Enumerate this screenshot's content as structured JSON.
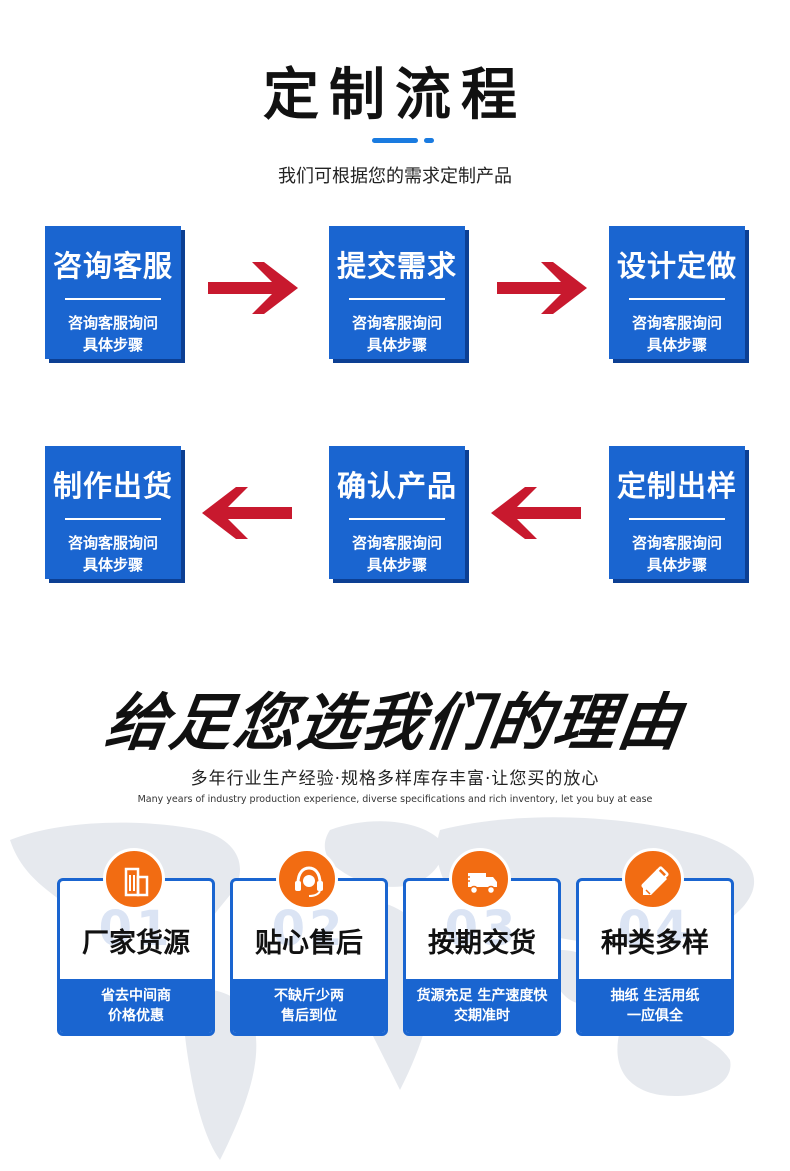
{
  "process": {
    "title": "定制流程",
    "subtitle": "我们可根据您的需求定制产品",
    "steps": [
      {
        "title": "咨询客服",
        "desc1": "咨询客服询问",
        "desc2": "具体步骤"
      },
      {
        "title": "提交需求",
        "desc1": "咨询客服询问",
        "desc2": "具体步骤"
      },
      {
        "title": "设计定做",
        "desc1": "咨询客服询问",
        "desc2": "具体步骤"
      },
      {
        "title": "制作出货",
        "desc1": "咨询客服询问",
        "desc2": "具体步骤"
      },
      {
        "title": "确认产品",
        "desc1": "咨询客服询问",
        "desc2": "具体步骤"
      },
      {
        "title": "定制出样",
        "desc1": "咨询客服询问",
        "desc2": "具体步骤"
      }
    ]
  },
  "reasons": {
    "title": "给足您选我们的理由",
    "subtitle": "多年行业生产经验·规格多样库存丰富·让您买的放心",
    "subtitle_en": "Many years of industry production experience, diverse specifications and rich inventory, let you buy at ease",
    "items": [
      {
        "watermark": "01",
        "title": "厂家货源",
        "line1": "省去中间商",
        "line2": "价格优惠",
        "icon": "building-icon"
      },
      {
        "watermark": "02",
        "title": "贴心售后",
        "line1": "不缺斤少两",
        "line2": "售后到位",
        "icon": "headset-icon"
      },
      {
        "watermark": "03",
        "title": "按期交货",
        "line1": "货源充足 生产速度快",
        "line2": "交期准时",
        "icon": "truck-icon"
      },
      {
        "watermark": "04",
        "title": "种类多样",
        "line1": "抽纸 生活用纸",
        "line2": "一应俱全",
        "icon": "pencil-ruler-icon"
      }
    ]
  },
  "colors": {
    "primary_blue": "#1a65d0",
    "accent_orange": "#f26c12",
    "arrow_red": "#c8192e"
  }
}
